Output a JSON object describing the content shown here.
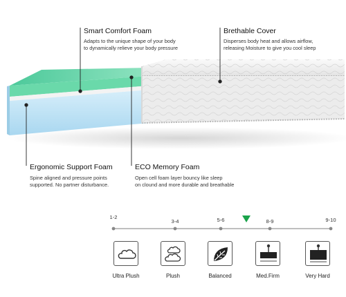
{
  "annotations": {
    "smart_comfort": {
      "title": "Smart Comfort Foam",
      "desc_line1": "Adapts to the unique shape of your body",
      "desc_line2": "to dynamically relieve your body pressure"
    },
    "breathable": {
      "title": "Brethable Cover",
      "desc_line1": "Disperses body heat and allows airflow,",
      "desc_line2": "releasing Moisture to give you cool sleep"
    },
    "ergonomic": {
      "title": "Ergonomic Support Foam",
      "desc_line1": "Spine aligned and pressure points",
      "desc_line2": "supported. No partner disturbance."
    },
    "eco": {
      "title": "ECO Memory Foam",
      "desc_line1": "Open cell foam layer bouncy like sleep",
      "desc_line2": "on clound and more durable and breathable"
    }
  },
  "firmness_scale": {
    "ticks": [
      "1-2",
      "3-4",
      "5-6",
      "8-9",
      "9-10"
    ],
    "marker_color": "#1aa34a",
    "levels": [
      {
        "label": "Ultra Plush",
        "icon": "cloud-icon"
      },
      {
        "label": "Plush",
        "icon": "double-cloud-icon"
      },
      {
        "label": "Balanced",
        "icon": "leaf-icon"
      },
      {
        "label": "Med.Firm",
        "icon": "med-firm-block-icon"
      },
      {
        "label": "Very Hard",
        "icon": "hard-block-icon"
      }
    ]
  },
  "colors": {
    "foam_green": "#5fd3a2",
    "foam_blue": "#bfe3f6",
    "cover_white": "#f4f4f4"
  }
}
